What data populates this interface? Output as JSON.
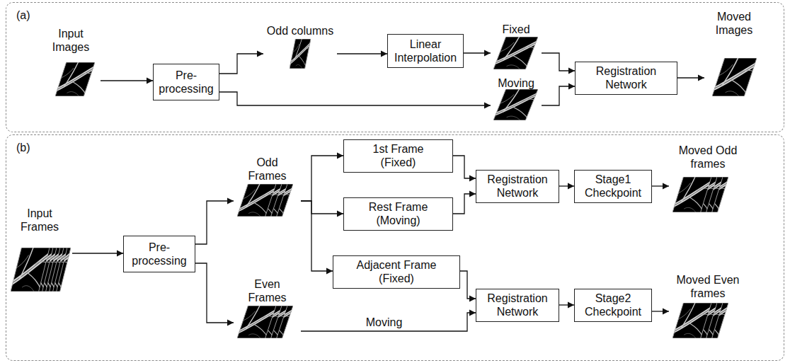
{
  "diagram": {
    "nodes": [
      {
        "text": [
          "(a)"
        ]
      },
      {
        "text": [
          "Input Images"
        ],
        "in": 0
      },
      {
        "text": [
          "Pre-processing"
        ],
        "in": 0
      },
      {
        "text": [
          "Odd columns"
        ],
        "in": 0
      },
      {
        "text": [
          "Linear Interpolation"
        ],
        "in": 0
      },
      {
        "text": [
          "Fixed"
        ],
        "in": 0
      },
      {
        "text": [
          "Moving"
        ],
        "in": 0
      },
      {
        "text": [
          "Registration Network"
        ],
        "in": 0
      },
      {
        "text": [
          "Moved Images"
        ],
        "in": 0
      },
      {
        "text": [
          "(b)"
        ]
      },
      {
        "text": [
          "Input Frames"
        ],
        "in": 9
      },
      {
        "text": [
          "Pre-processing"
        ],
        "in": 9
      },
      {
        "text": [
          "Odd Frames"
        ],
        "in": 9
      },
      {
        "text": [
          "1st Frame (Fixed)"
        ],
        "in": 9
      },
      {
        "text": [
          "Rest Frame (Moving)"
        ],
        "in": 9
      },
      {
        "text": [
          "Registration Network"
        ],
        "in": 9
      },
      {
        "text": [
          "Stage1 Checkpoint"
        ],
        "in": 9
      },
      {
        "text": [
          "Moved Odd frames"
        ],
        "in": 9
      },
      {
        "text": [
          "Adjacent Frame (Fixed)"
        ],
        "in": 9
      },
      {
        "text": [
          "Even Frames"
        ],
        "in": 9
      },
      {
        "text": [
          "Registration Network"
        ],
        "in": 9
      },
      {
        "text": [
          "Stage2 Checkpoint"
        ],
        "in": 9
      },
      {
        "text": [
          "Moved Even frames"
        ],
        "in": 9
      }
    ],
    "edges": [
      {
        "from": 1,
        "to": 2,
        "arrow": "to"
      },
      {
        "from": 2,
        "to": 3,
        "arrow": "to"
      },
      {
        "from": 3,
        "to": 4,
        "arrow": "to"
      },
      {
        "from": 4,
        "to": 5,
        "arrow": "to"
      },
      {
        "from": 2,
        "to": 6,
        "arrow": "to"
      },
      {
        "from": 5,
        "to": 7,
        "arrow": "to"
      },
      {
        "from": 6,
        "to": 7,
        "arrow": "to"
      },
      {
        "from": 7,
        "to": 8,
        "arrow": "to"
      },
      {
        "from": 10,
        "to": 11,
        "arrow": "to"
      },
      {
        "from": 11,
        "to": 12,
        "arrow": "to"
      },
      {
        "from": 11,
        "to": 19,
        "arrow": "to"
      },
      {
        "from": 12,
        "to": 13,
        "arrow": "to"
      },
      {
        "from": 12,
        "to": 14,
        "arrow": "to"
      },
      {
        "from": 12,
        "to": 18,
        "arrow": "to"
      },
      {
        "from": 13,
        "to": 15,
        "arrow": "to"
      },
      {
        "from": 14,
        "to": 15,
        "arrow": "to"
      },
      {
        "from": 15,
        "to": 16,
        "arrow": "to"
      },
      {
        "from": 16,
        "to": 17,
        "arrow": "to"
      },
      {
        "from": 18,
        "to": 20,
        "arrow": "to"
      },
      {
        "from": 19,
        "to": 20,
        "label": "Moving",
        "arrow": "to"
      },
      {
        "from": 20,
        "to": 21,
        "arrow": "to"
      },
      {
        "from": 21,
        "to": 22,
        "arrow": "to"
      }
    ]
  }
}
